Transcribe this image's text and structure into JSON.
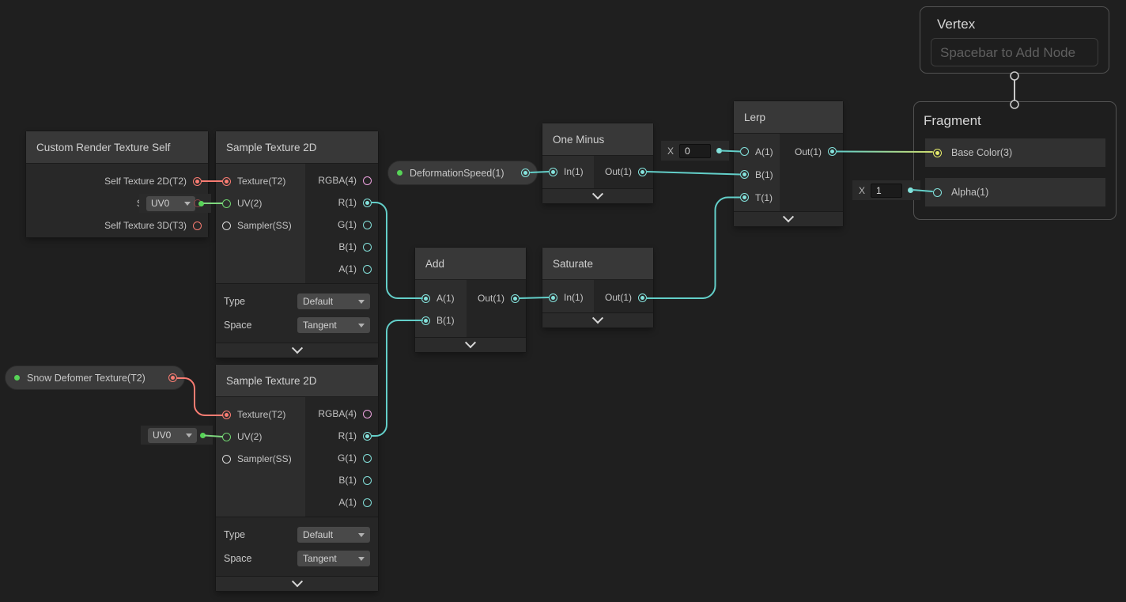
{
  "colors": {
    "canvas_bg": "#1f1f1f",
    "wire_cyan": "#63cfc9",
    "wire_red": "#f97c72",
    "wire_green": "#7ed77e",
    "wire_yellow": "#cede6e",
    "wire_gray": "#c8c8c8",
    "port_cyan": "#84e2dc",
    "port_red": "#f97c72",
    "port_green": "#6fd36f",
    "port_pink": "#f0a4e2",
    "port_gray": "#d8d8d8",
    "port_yellow": "#e3e96a",
    "dot_green": "#57d457"
  },
  "nodes": {
    "crts": {
      "title": "Custom Render Texture Self",
      "outputs": [
        "Self Texture 2D(T2)",
        "Self Texture",
        "Self Texture 3D(T3)"
      ]
    },
    "samples": [
      {
        "title": "Sample Texture 2D",
        "inputs": [
          "Texture(T2)",
          "UV(2)",
          "Sampler(SS)"
        ],
        "outputs": [
          "RGBA(4)",
          "R(1)",
          "G(1)",
          "B(1)",
          "A(1)"
        ],
        "settings": [
          {
            "label": "Type",
            "value": "Default"
          },
          {
            "label": "Space",
            "value": "Tangent"
          }
        ]
      },
      {
        "title": "Sample Texture 2D",
        "inputs": [
          "Texture(T2)",
          "UV(2)",
          "Sampler(SS)"
        ],
        "outputs": [
          "RGBA(4)",
          "R(1)",
          "G(1)",
          "B(1)",
          "A(1)"
        ],
        "settings": [
          {
            "label": "Type",
            "value": "Default"
          },
          {
            "label": "Space",
            "value": "Tangent"
          }
        ]
      }
    ],
    "one_minus": {
      "title": "One Minus",
      "inputs": [
        "In(1)"
      ],
      "outputs": [
        "Out(1)"
      ]
    },
    "add": {
      "title": "Add",
      "inputs": [
        "A(1)",
        "B(1)"
      ],
      "outputs": [
        "Out(1)"
      ]
    },
    "saturate": {
      "title": "Saturate",
      "inputs": [
        "In(1)"
      ],
      "outputs": [
        "Out(1)"
      ]
    },
    "lerp": {
      "title": "Lerp",
      "inputs": [
        "A(1)",
        "B(1)",
        "T(1)"
      ],
      "outputs": [
        "Out(1)"
      ]
    }
  },
  "properties": [
    {
      "label": "DeformationSpeed(1)"
    },
    {
      "label": "Snow Defomer Texture(T2)"
    }
  ],
  "inline_widgets": {
    "uv_top": {
      "value": "UV0"
    },
    "uv_bottom": {
      "value": "UV0"
    },
    "lerp_a": {
      "label": "X",
      "value": "0"
    },
    "alpha": {
      "label": "X",
      "value": "1"
    }
  },
  "contexts": {
    "vertex": {
      "title": "Vertex",
      "placeholder": "Spacebar to Add Node"
    },
    "fragment": {
      "title": "Fragment",
      "ports": [
        "Base Color(3)",
        "Alpha(1)"
      ]
    }
  }
}
